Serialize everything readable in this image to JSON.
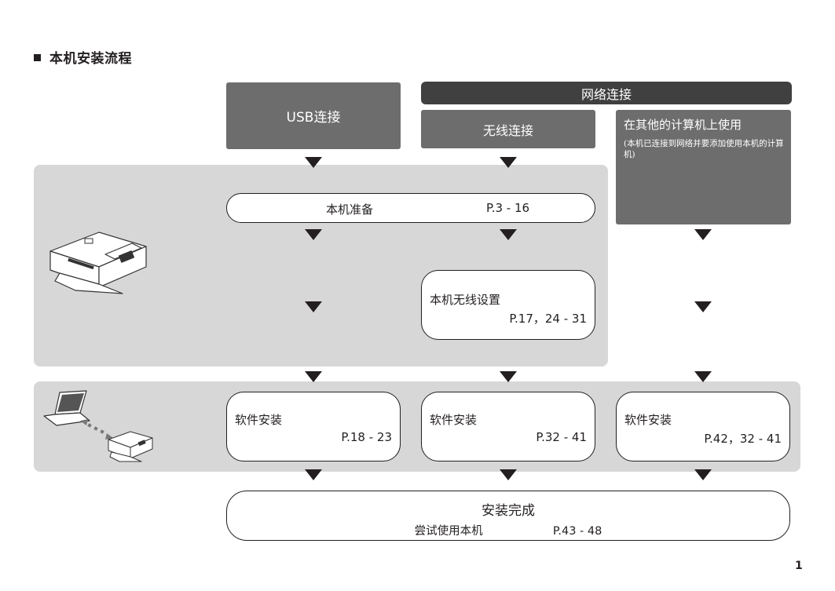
{
  "heading": "本机安装流程",
  "headers": {
    "usb": "USB连接",
    "network": "网络连接",
    "wireless": "无线连接",
    "other_title": "在其他的计算机上使用",
    "other_note": "(本机已连接到网络并要添加使用本机的计算机)"
  },
  "steps": {
    "prepare": {
      "label": "本机准备",
      "pages": "P.3 - 16"
    },
    "wireless_setup": {
      "label": "本机无线设置",
      "pages": "P.17，24 - 31"
    },
    "install_usb": {
      "label": "软件安装",
      "pages": "P.18 - 23"
    },
    "install_wireless": {
      "label": "软件安装",
      "pages": "P.32 - 41"
    },
    "install_other": {
      "label": "软件安装",
      "pages": "P.42，32 - 41"
    },
    "complete": {
      "label": "安装完成",
      "sub": "尝试使用本机",
      "pages": "P.43 - 48"
    }
  },
  "page_number": "1",
  "icons": [
    "printer-icon",
    "laptop-icon",
    "connection-arrow-icon",
    "small-printer-icon",
    "flow-arrow-icon"
  ]
}
